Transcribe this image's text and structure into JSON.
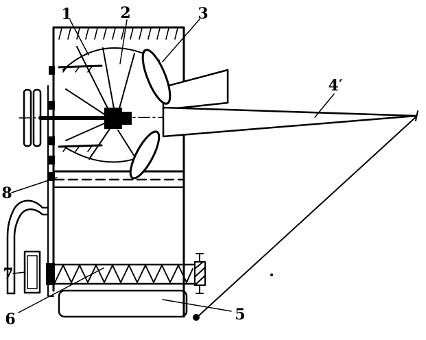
{
  "figure": {
    "colors": {
      "ink": "#000000",
      "paper": "#ffffff"
    }
  },
  "labels": [
    {
      "id": "1",
      "text": "1"
    },
    {
      "id": "2",
      "text": "2"
    },
    {
      "id": "3",
      "text": "3"
    },
    {
      "id": "4-prime",
      "text": "4′"
    },
    {
      "id": "5",
      "text": "5"
    },
    {
      "id": "6",
      "text": "6"
    },
    {
      "id": "7",
      "text": "7"
    },
    {
      "id": "8",
      "text": "8"
    }
  ]
}
